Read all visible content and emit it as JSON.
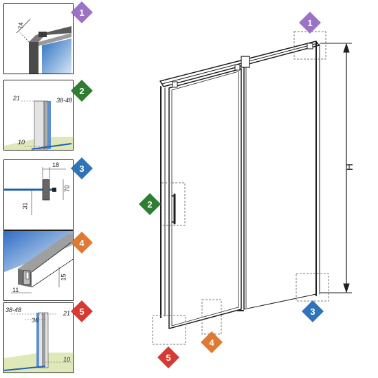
{
  "panels": [
    {
      "number": "1",
      "color": "#9b72c6",
      "labels": [
        "74"
      ]
    },
    {
      "number": "2",
      "color": "#2e7d32",
      "labels": [
        "21",
        "38-48",
        "10"
      ]
    },
    {
      "number": "3",
      "color": "#2f73b9",
      "labels": [
        "18",
        "70",
        "31"
      ]
    },
    {
      "number": "4",
      "color": "#e07a32",
      "labels": [
        "15",
        "11"
      ]
    },
    {
      "number": "5",
      "color": "#d63a34",
      "labels": [
        "38-48",
        "21",
        "36",
        "10"
      ]
    }
  ],
  "main": {
    "height_label": "H",
    "callouts": [
      "1",
      "2",
      "3",
      "4",
      "5"
    ]
  }
}
